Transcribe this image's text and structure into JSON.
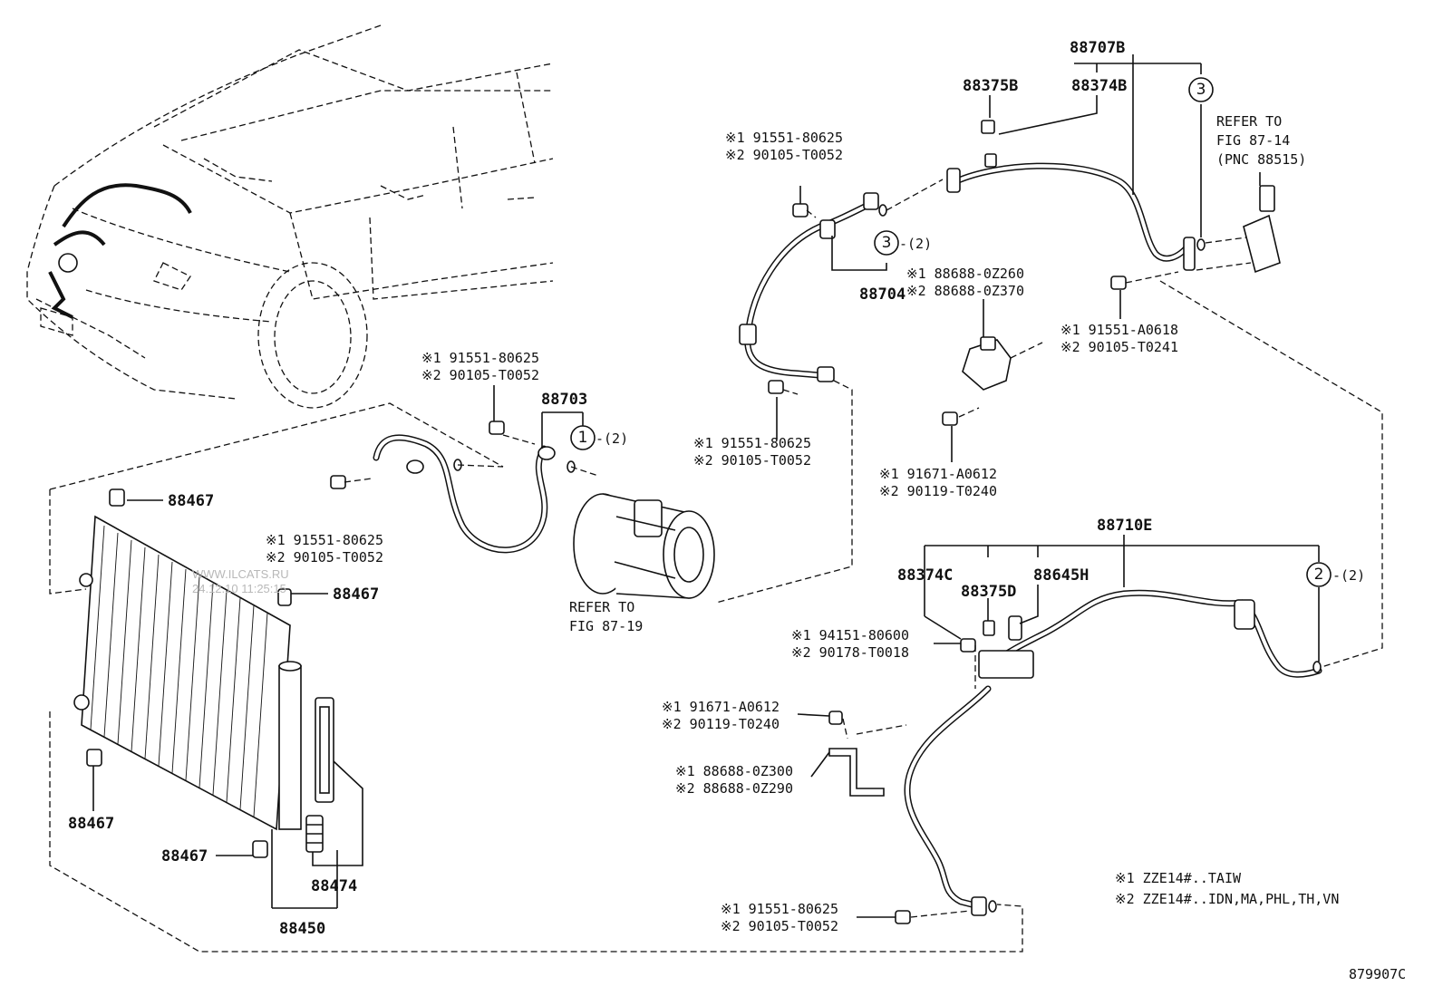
{
  "parts": {
    "p88707B": "88707B",
    "p88375B": "88375B",
    "p88374B": "88374B",
    "p88704": "88704",
    "p88703": "88703",
    "p88710E": "88710E",
    "p88374C": "88374C",
    "p88375D": "88375D",
    "p88645H": "88645H",
    "p88467a": "88467",
    "p88467b": "88467",
    "p88467c": "88467",
    "p88467d": "88467",
    "p88474": "88474",
    "p88450": "88450"
  },
  "refs": {
    "fig8714_l1": "REFER TO",
    "fig8714_l2": "FIG 87-14",
    "fig8714_l3": "(PNC 88515)",
    "fig8719_l1": "REFER TO",
    "fig8719_l2": "FIG 87-19"
  },
  "bolts": {
    "b1_1": "※1 91551-80625",
    "b1_2": "※2 90105-T0052",
    "b2_1": "※1 91551-80625",
    "b2_2": "※2 90105-T0052",
    "b3_1": "※1 91551-80625",
    "b3_2": "※2 90105-T0052",
    "b4_1": "※1 91551-80625",
    "b4_2": "※2 90105-T0052",
    "b5_1": "※1 88688-0Z260",
    "b5_2": "※2 88688-0Z370",
    "b6_1": "※1 91551-A0618",
    "b6_2": "※2 90105-T0241",
    "b7_1": "※1 91671-A0612",
    "b7_2": "※2 90119-T0240",
    "b8_1": "※1 94151-80600",
    "b8_2": "※2 90178-T0018",
    "b9_1": "※1 91671-A0612",
    "b9_2": "※2 90119-T0240",
    "b10_1": "※1 88688-0Z300",
    "b10_2": "※2 88688-0Z290",
    "b11_1": "※1 91551-80625",
    "b11_2": "※2 90105-T0052"
  },
  "circles": {
    "c1": "1",
    "c2": "2",
    "c3a": "3",
    "c3b": "3",
    "q1": "-(2)",
    "q2": "-(2)",
    "q3": "-(2)"
  },
  "legend": {
    "line1": "※1  ZZE14#..TAIW",
    "line2": "※2  ZZE14#..IDN,MA,PHL,TH,VN"
  },
  "figure_code": "879907C",
  "watermark": {
    "line1": "WWW.ILCATS.RU",
    "line2": "24.12.10 11:25:15"
  }
}
